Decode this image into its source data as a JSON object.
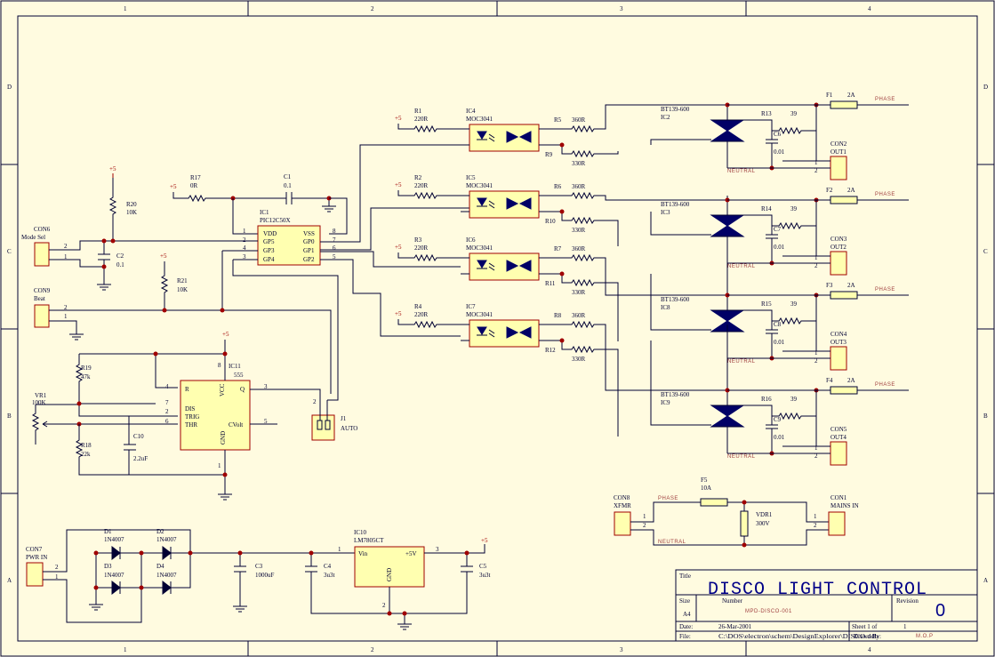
{
  "title_block": {
    "title_label": "Title",
    "title": "DISCO LIGHT CONTROL",
    "size_label": "Size",
    "size": "A4",
    "number_label": "Number",
    "number": "MPD-DISCO-001",
    "revision_label": "Revision",
    "revision": "0",
    "date_label": "Date:",
    "date": "26-Mar-2001",
    "sheet_label": "Sheet 1 of",
    "sheet_total": "1",
    "file_label": "File:",
    "file": "C:\\DOS\\electron\\schem\\DesignExplorer\\DISCO.ddb",
    "drawn_label": "Drawn By:",
    "drawn_by": "M.O.P"
  },
  "border": {
    "cols": [
      "1",
      "2",
      "3",
      "4"
    ],
    "rows": [
      "D",
      "C",
      "B",
      "A"
    ]
  },
  "components": {
    "con6": {
      "ref": "CON6",
      "name": "Mode Sel",
      "p1": "1",
      "p2": "2"
    },
    "con9": {
      "ref": "CON9",
      "name": "Beat",
      "p1": "1",
      "p2": "2"
    },
    "con7": {
      "ref": "CON7",
      "name": "PWR IN",
      "p1": "1",
      "p2": "2"
    },
    "con8": {
      "ref": "CON8",
      "name": "XFMR",
      "p1": "1",
      "p2": "2"
    },
    "con1": {
      "ref": "CON1",
      "name": "MAINS IN",
      "p1": "1",
      "p2": "2"
    },
    "r20": {
      "ref": "R20",
      "val": "10K"
    },
    "r21": {
      "ref": "R21",
      "val": "10K"
    },
    "r17": {
      "ref": "R17",
      "val": "0R"
    },
    "r19": {
      "ref": "R19",
      "val": "47k"
    },
    "r18": {
      "ref": "R18",
      "val": "22k"
    },
    "vr1": {
      "ref": "VR1",
      "val": "100K"
    },
    "c1": {
      "ref": "C1",
      "val": "0.1"
    },
    "c2": {
      "ref": "C2",
      "val": "0.1"
    },
    "c10": {
      "ref": "C10",
      "val": "2.2uF"
    },
    "c3": {
      "ref": "C3",
      "val": "1000uF"
    },
    "c4": {
      "ref": "C4",
      "val": "3u3t"
    },
    "c5": {
      "ref": "C5",
      "val": "3u3t"
    },
    "j1": {
      "ref": "J1",
      "val": "AUTO"
    },
    "ic1": {
      "ref": "IC1",
      "val": "PIC12C50X",
      "pins": [
        "VDD",
        "GP5",
        "GP3",
        "GP4",
        "VSS",
        "GP0",
        "GP1",
        "GP2"
      ],
      "nums": [
        "1",
        "2",
        "4",
        "3",
        "8",
        "7",
        "6",
        "5"
      ]
    },
    "ic11": {
      "ref": "IC11",
      "val": "555",
      "pins": [
        "R",
        "DIS",
        "TRIG",
        "THR",
        "VCC",
        "Q",
        "CVolt",
        "GND"
      ],
      "nums": [
        "4",
        "7",
        "2",
        "6",
        "8",
        "3",
        "5",
        "1"
      ]
    },
    "ic10": {
      "ref": "IC10",
      "val": "LM7805CT",
      "vin": "Vin",
      "vout": "+5V",
      "gnd": "GND",
      "n1": "1",
      "n2": "2",
      "n3": "3"
    },
    "f5": {
      "ref": "F5",
      "val": "10A"
    },
    "vdr1": {
      "ref": "VDR1",
      "val": "300V"
    },
    "phase": "PHASE",
    "neutral": "NEUTRAL",
    "plus5": "+5",
    "diodes": [
      {
        "ref": "D1",
        "val": "1N4007"
      },
      {
        "ref": "D2",
        "val": "1N4007"
      },
      {
        "ref": "D3",
        "val": "1N4007"
      },
      {
        "ref": "D4",
        "val": "1N4007"
      }
    ],
    "channels": [
      {
        "r_in": "R1",
        "r_in_val": "220R",
        "opto": "IC4",
        "opto_val": "MOC3041",
        "r_g": "R5",
        "r_g_val": "360R",
        "r_p": "R9",
        "r_p_val": "330R",
        "triac": "IC2",
        "triac_val": "BT139-600",
        "r_s": "R13",
        "r_s_val": "39",
        "c_s": "C6",
        "c_s_val": "0.01",
        "fuse": "F1",
        "fuse_val": "2A",
        "con": "CON2",
        "out": "OUT1"
      },
      {
        "r_in": "R2",
        "r_in_val": "220R",
        "opto": "IC5",
        "opto_val": "MOC3041",
        "r_g": "R6",
        "r_g_val": "360R",
        "r_p": "R10",
        "r_p_val": "330R",
        "triac": "IC3",
        "triac_val": "BT139-600",
        "r_s": "R14",
        "r_s_val": "39",
        "c_s": "C7",
        "c_s_val": "0.01",
        "fuse": "F2",
        "fuse_val": "2A",
        "con": "CON3",
        "out": "OUT2"
      },
      {
        "r_in": "R3",
        "r_in_val": "220R",
        "opto": "IC6",
        "opto_val": "MOC3041",
        "r_g": "R7",
        "r_g_val": "360R",
        "r_p": "R11",
        "r_p_val": "330R",
        "triac": "IC8",
        "triac_val": "BT139-600",
        "r_s": "R15",
        "r_s_val": "39",
        "c_s": "C8",
        "c_s_val": "0.01",
        "fuse": "F3",
        "fuse_val": "2A",
        "con": "CON4",
        "out": "OUT3"
      },
      {
        "r_in": "R4",
        "r_in_val": "220R",
        "opto": "IC7",
        "opto_val": "MOC3041",
        "r_g": "R8",
        "r_g_val": "360R",
        "r_p": "R12",
        "r_p_val": "330R",
        "triac": "IC9",
        "triac_val": "BT139-600",
        "r_s": "R16",
        "r_s_val": "39",
        "c_s": "C9",
        "c_s_val": "0.01",
        "fuse": "F4",
        "fuse_val": "2A",
        "con": "CON5",
        "out": "OUT4"
      }
    ]
  }
}
